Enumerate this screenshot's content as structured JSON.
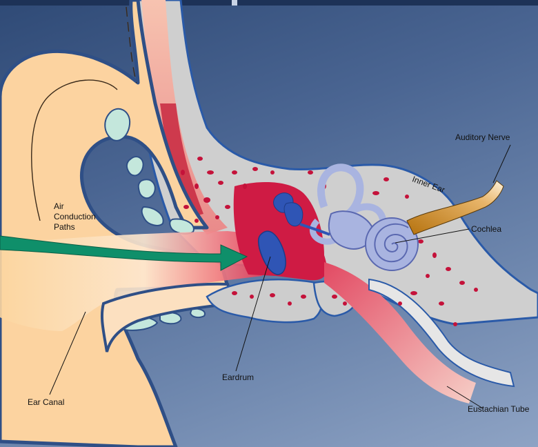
{
  "labels": {
    "auditory_nerve": "Auditory Nerve",
    "inner_ear": "Inner Ear",
    "air_line1": "Air",
    "air_line2": "Conduction",
    "air_line3": "Paths",
    "cochlea": "Cochlea",
    "eardrum": "Eardrum",
    "ear_canal": "Ear Canal",
    "eustachian_tube": "Eustachian Tube"
  },
  "colors": {
    "background": "#4a6592",
    "skin": "#fcd6a0",
    "cartilage": "#bfe3d8",
    "bone": "#c8c8c8",
    "blood": "#c4123a",
    "ossicles": "#2f55b5",
    "inner_ear": "#a9b4e0",
    "arrow": "#0f8f6a",
    "nerve": "#c47f12"
  }
}
